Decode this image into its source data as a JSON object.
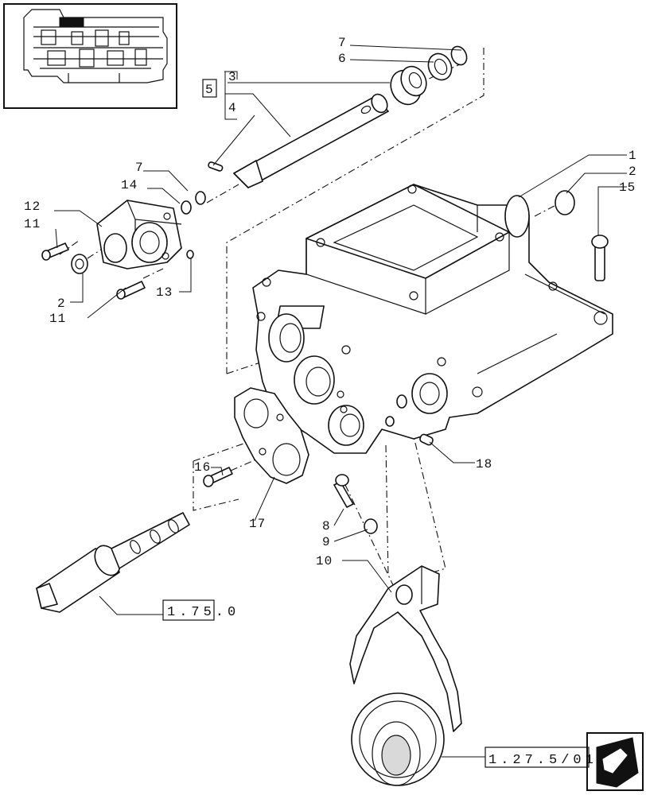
{
  "callouts": {
    "c1": "1",
    "c2": "2",
    "c3": "3",
    "c4": "4",
    "c5": "5",
    "c6": "6",
    "c7": "7",
    "c8": "8",
    "c9": "9",
    "c10": "10",
    "c11": "11",
    "c12": "12",
    "c13": "13",
    "c14": "14",
    "c15": "15",
    "c16": "16",
    "c17": "17",
    "c18": "18"
  },
  "references": {
    "ref_a": "1.75.0",
    "ref_b": "1.27.5/01"
  }
}
